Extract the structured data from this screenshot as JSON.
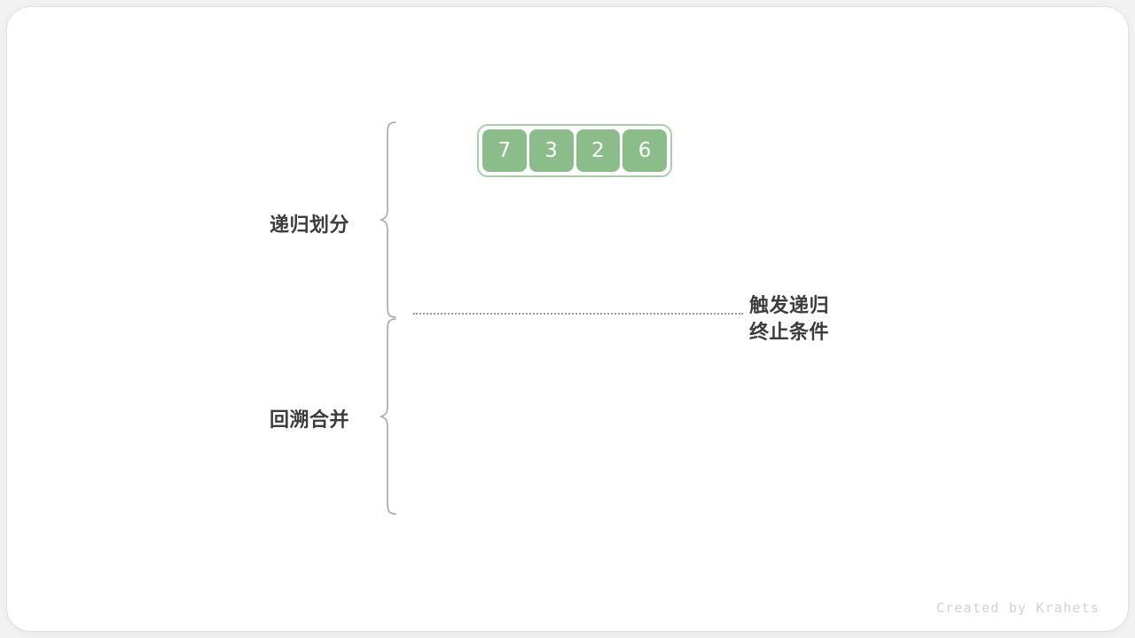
{
  "figure": {
    "title": "merge-sort-recursion-diagram",
    "background_color": "#f2f2f2",
    "surface_color": "#ffffff"
  },
  "array": {
    "name": "input-array",
    "cell_fill": "#8bbd8b",
    "cell_border": "#a9cda9",
    "cells": [
      {
        "value": "7"
      },
      {
        "value": "3"
      },
      {
        "value": "2"
      },
      {
        "value": "6"
      }
    ]
  },
  "phases": [
    {
      "key": "divide",
      "label": "递归划分"
    },
    {
      "key": "merge",
      "label": "回溯合并"
    }
  ],
  "annotation": {
    "line1": "触发递归",
    "line2": "终止条件",
    "text_color": "#3c3c3c"
  },
  "separator": {
    "style": "dotted",
    "color": "#999999"
  },
  "credit": {
    "text": "Created by Krahets",
    "color": "#d2d2d2"
  }
}
